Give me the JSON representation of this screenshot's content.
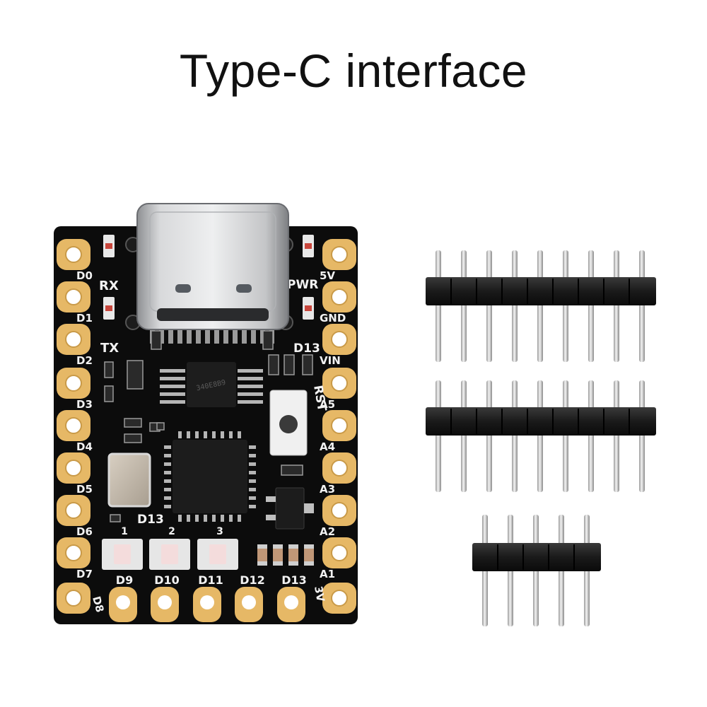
{
  "title": "Type-C interface",
  "colors": {
    "pcb": "#0c0c0c",
    "pad_gold": "#e6b866",
    "silkscreen": "#f2f2f2",
    "usb_metal": "#c9cacc",
    "header_plastic": "#1e1e1e",
    "pin_metal": "#d8d8d8"
  },
  "board": {
    "left_pins": [
      "D0",
      "D1",
      "D2",
      "D3",
      "D4",
      "D5",
      "D6",
      "D7"
    ],
    "right_pins": [
      "5V",
      "GND",
      "VIN",
      "A5",
      "A4",
      "A3",
      "A2",
      "A1"
    ],
    "bottom_pins": [
      "D9",
      "D10",
      "D11",
      "D12",
      "D13"
    ],
    "corner_left": "D8",
    "corner_right": "3V",
    "led_labels": {
      "rx": "RX",
      "tx": "TX",
      "pwr": "PWR",
      "d13": "D13"
    },
    "rst_label": "RST",
    "d13_label": "D13",
    "rgb_numbers": [
      "1",
      "2",
      "3"
    ],
    "chip_marking": "340E8B9"
  },
  "headers": [
    {
      "pins": 9
    },
    {
      "pins": 9
    },
    {
      "pins": 5
    }
  ]
}
